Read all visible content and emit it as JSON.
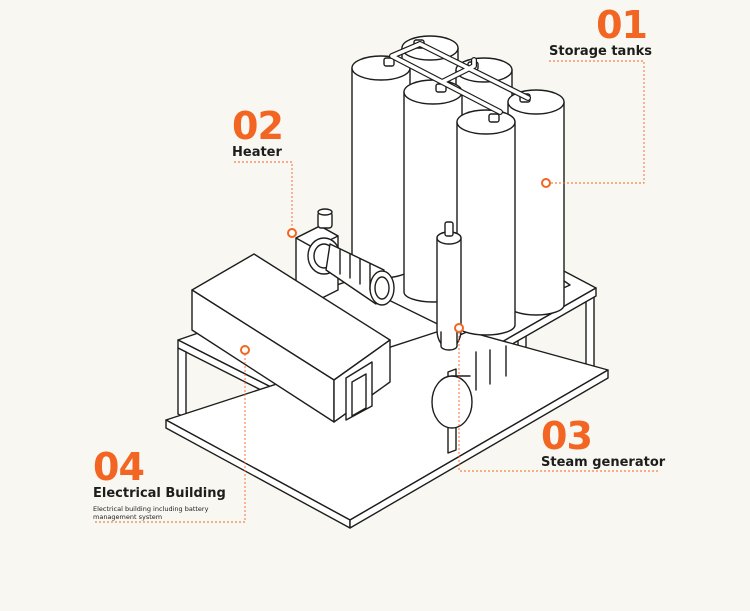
{
  "colors": {
    "accent": "#f26522",
    "ink": "#1d1d1b",
    "background": "#f8f7f2",
    "fill": "#ffffff"
  },
  "callouts": [
    {
      "id": "storage",
      "number": "01",
      "label": "Storage tanks"
    },
    {
      "id": "heater",
      "number": "02",
      "label": "Heater"
    },
    {
      "id": "steam",
      "number": "03",
      "label": "Steam generator"
    },
    {
      "id": "electrical",
      "number": "04",
      "label": "Electrical Building",
      "description": "Electrical building including battery management system"
    }
  ]
}
